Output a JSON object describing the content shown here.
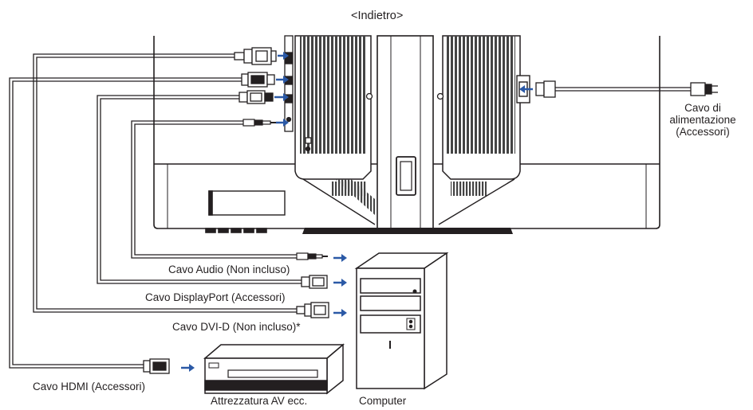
{
  "title": "<Indietro>",
  "labels": {
    "power_cable_line1": "Cavo di",
    "power_cable_line2": "alimentazione",
    "power_cable_line3": "(Accessori)",
    "audio_cable": "Cavo Audio (Non incluso)",
    "displayport_cable": "Cavo DisplayPort (Accessori)",
    "dvi_cable": "Cavo DVI-D (Non incluso)*",
    "hdmi_cable": "Cavo HDMI (Accessori)",
    "av_equipment": "Attrezzatura AV ecc.",
    "computer": "Computer"
  },
  "colors": {
    "line": "#231f20",
    "arrow": "#2b59a6",
    "vent": "#555555"
  }
}
